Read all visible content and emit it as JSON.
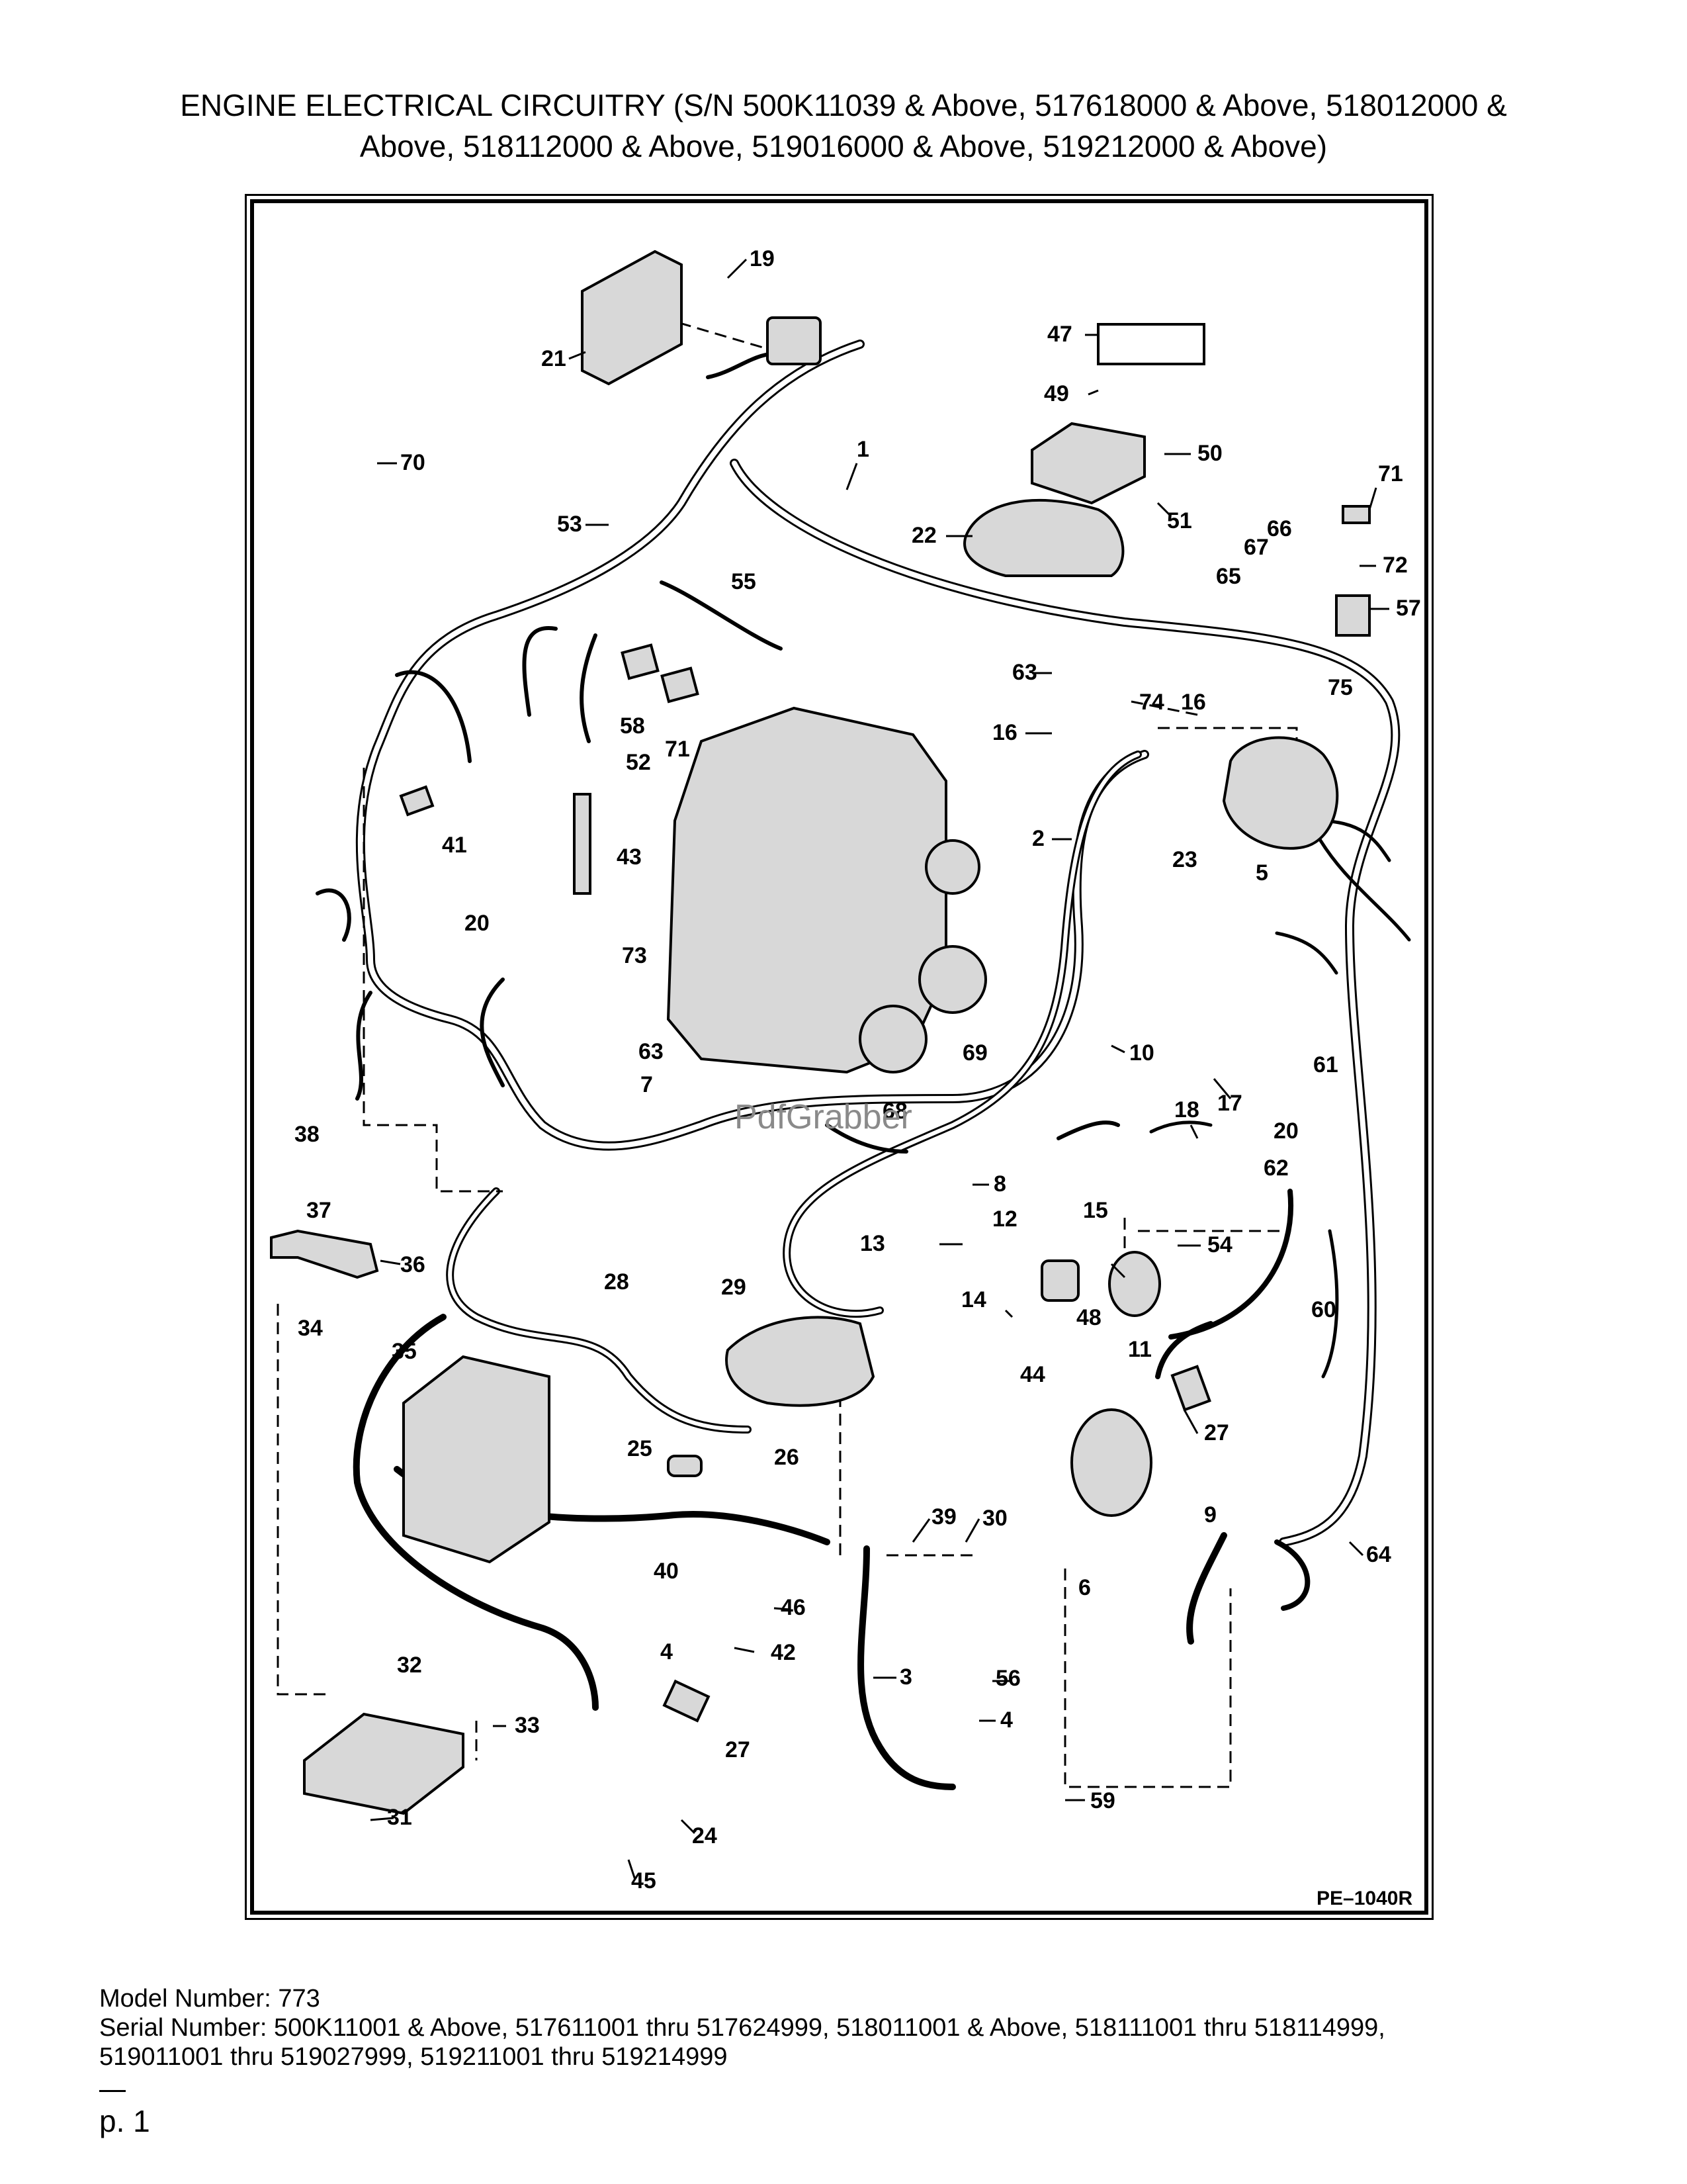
{
  "document": {
    "title_line1": "ENGINE ELECTRICAL CIRCUITRY (S/N 500K11039 & Above, 517618000 & Above, 518012000 &",
    "title_line2": "Above, 518112000 & Above, 519016000 & Above, 519212000 & Above)",
    "figure_ref": "PE–1040R",
    "watermark": "PdfGrabber",
    "model_number": "Model Number: 773",
    "serial_line1": "Serial Number: 500K11001 & Above, 517611001 thru 517624999, 518011001 & Above, 518111001 thru 518114999,",
    "serial_line2": "519011001 thru 519027999, 519211001 thru 519214999",
    "page": "p. 1"
  },
  "callouts": [
    "1",
    "2",
    "3",
    "4",
    "4",
    "5",
    "6",
    "7",
    "8",
    "9",
    "10",
    "11",
    "12",
    "13",
    "14",
    "15",
    "16",
    "16",
    "17",
    "18",
    "19",
    "20",
    "20",
    "21",
    "22",
    "23",
    "24",
    "25",
    "26",
    "27",
    "27",
    "28",
    "29",
    "30",
    "31",
    "32",
    "33",
    "34",
    "35",
    "36",
    "37",
    "38",
    "39",
    "40",
    "41",
    "42",
    "43",
    "44",
    "45",
    "46",
    "47",
    "48",
    "49",
    "50",
    "51",
    "52",
    "53",
    "54",
    "55",
    "56",
    "57",
    "58",
    "59",
    "60",
    "61",
    "62",
    "63",
    "63",
    "64",
    "65",
    "66",
    "67",
    "68",
    "69",
    "70",
    "71",
    "71",
    "72",
    "73",
    "74",
    "75"
  ],
  "colors": {
    "ink": "#000000",
    "paper": "#ffffff",
    "component_fill": "#d8d8d8",
    "watermark": "#8a8a8a"
  }
}
